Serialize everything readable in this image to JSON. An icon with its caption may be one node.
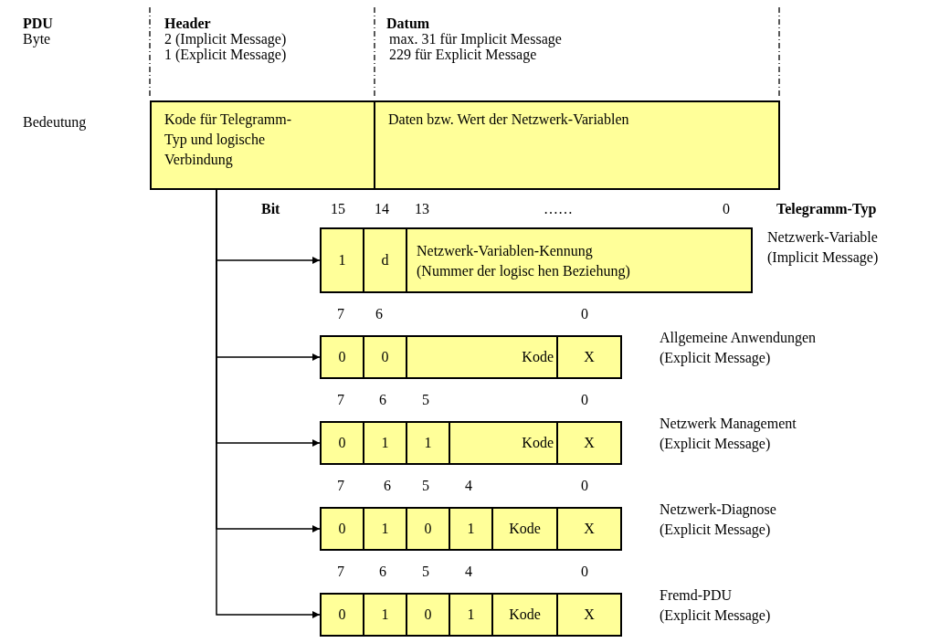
{
  "diagram": {
    "nodes": [
      {
        "text": [
          "Kode für Telegramm-Typ und logische Verbindung"
        ]
      },
      {
        "text": [
          "Daten bzw. Wert der Netzwerk-Variablen"
        ]
      },
      {
        "text": [],
        "shape": "box",
        "beside": [
          "Netzwerk-Variable",
          "(Implicit Message)"
        ]
      },
      {
        "text": [
          "1"
        ],
        "in": 2
      },
      {
        "text": [
          "d"
        ],
        "in": 2
      },
      {
        "text": [
          "Netzwerk-Variablen-Kennung",
          "(Nummer der logisc hen Beziehung)"
        ],
        "in": 2
      },
      {
        "text": [],
        "shape": "box",
        "beside": [
          "Allgemeine Anwendungen",
          "(Explicit Message)"
        ]
      },
      {
        "text": [
          "0"
        ],
        "in": 6
      },
      {
        "text": [
          "0"
        ],
        "in": 6
      },
      {
        "text": [
          "Kode"
        ],
        "in": 6
      },
      {
        "text": [
          "X"
        ],
        "in": 6
      },
      {
        "text": [],
        "shape": "box",
        "beside": [
          "Netzwerk Management",
          "(Explicit Message)"
        ]
      },
      {
        "text": [
          "0"
        ],
        "in": 11
      },
      {
        "text": [
          "1"
        ],
        "in": 11
      },
      {
        "text": [
          "1"
        ],
        "in": 11
      },
      {
        "text": [
          "Kode"
        ],
        "in": 11
      },
      {
        "text": [
          "X"
        ],
        "in": 11
      },
      {
        "text": [],
        "shape": "box",
        "beside": [
          "Netzwerk-Diagnose",
          "(Explicit Message)"
        ]
      },
      {
        "text": [
          "0"
        ],
        "in": 17
      },
      {
        "text": [
          "1"
        ],
        "in": 17
      },
      {
        "text": [
          "0"
        ],
        "in": 17
      },
      {
        "text": [
          "1"
        ],
        "in": 17
      },
      {
        "text": [
          "Kode"
        ],
        "in": 17
      },
      {
        "text": [
          "X"
        ],
        "in": 17
      },
      {
        "text": [],
        "shape": "box",
        "beside": [
          "Fremd-PDU",
          "(Explicit Message)"
        ]
      },
      {
        "text": [
          "0"
        ],
        "in": 24
      },
      {
        "text": [
          "1"
        ],
        "in": 24
      },
      {
        "text": [
          "0"
        ],
        "in": 24
      },
      {
        "text": [
          "1"
        ],
        "in": 24
      },
      {
        "text": [
          "Kode"
        ],
        "in": 24
      },
      {
        "text": [
          "X"
        ],
        "in": 24
      }
    ],
    "edges": [
      {
        "from": 0,
        "to": 2,
        "arrow": "to"
      },
      {
        "from": 0,
        "to": 6,
        "arrow": "to"
      },
      {
        "from": 0,
        "to": 11,
        "arrow": "to"
      },
      {
        "from": 0,
        "to": 17,
        "arrow": "to"
      },
      {
        "from": 0,
        "to": 24,
        "arrow": "to"
      }
    ],
    "labels": [
      "PDU",
      "Byte",
      "Header",
      "2 (Implicit Message)",
      "1 (Explicit Message)",
      "Datum",
      "max. 31 für Implicit Message",
      "229 für Explicit Message",
      "Bedeutung",
      "Bit",
      "15",
      "14",
      "13",
      "……",
      "0",
      "Telegramm-Typ",
      "7",
      "6",
      "0",
      "7",
      "6",
      "5",
      "0",
      "7",
      "6",
      "5",
      "4",
      "0",
      "7",
      "6",
      "5",
      "4",
      "0"
    ]
  }
}
